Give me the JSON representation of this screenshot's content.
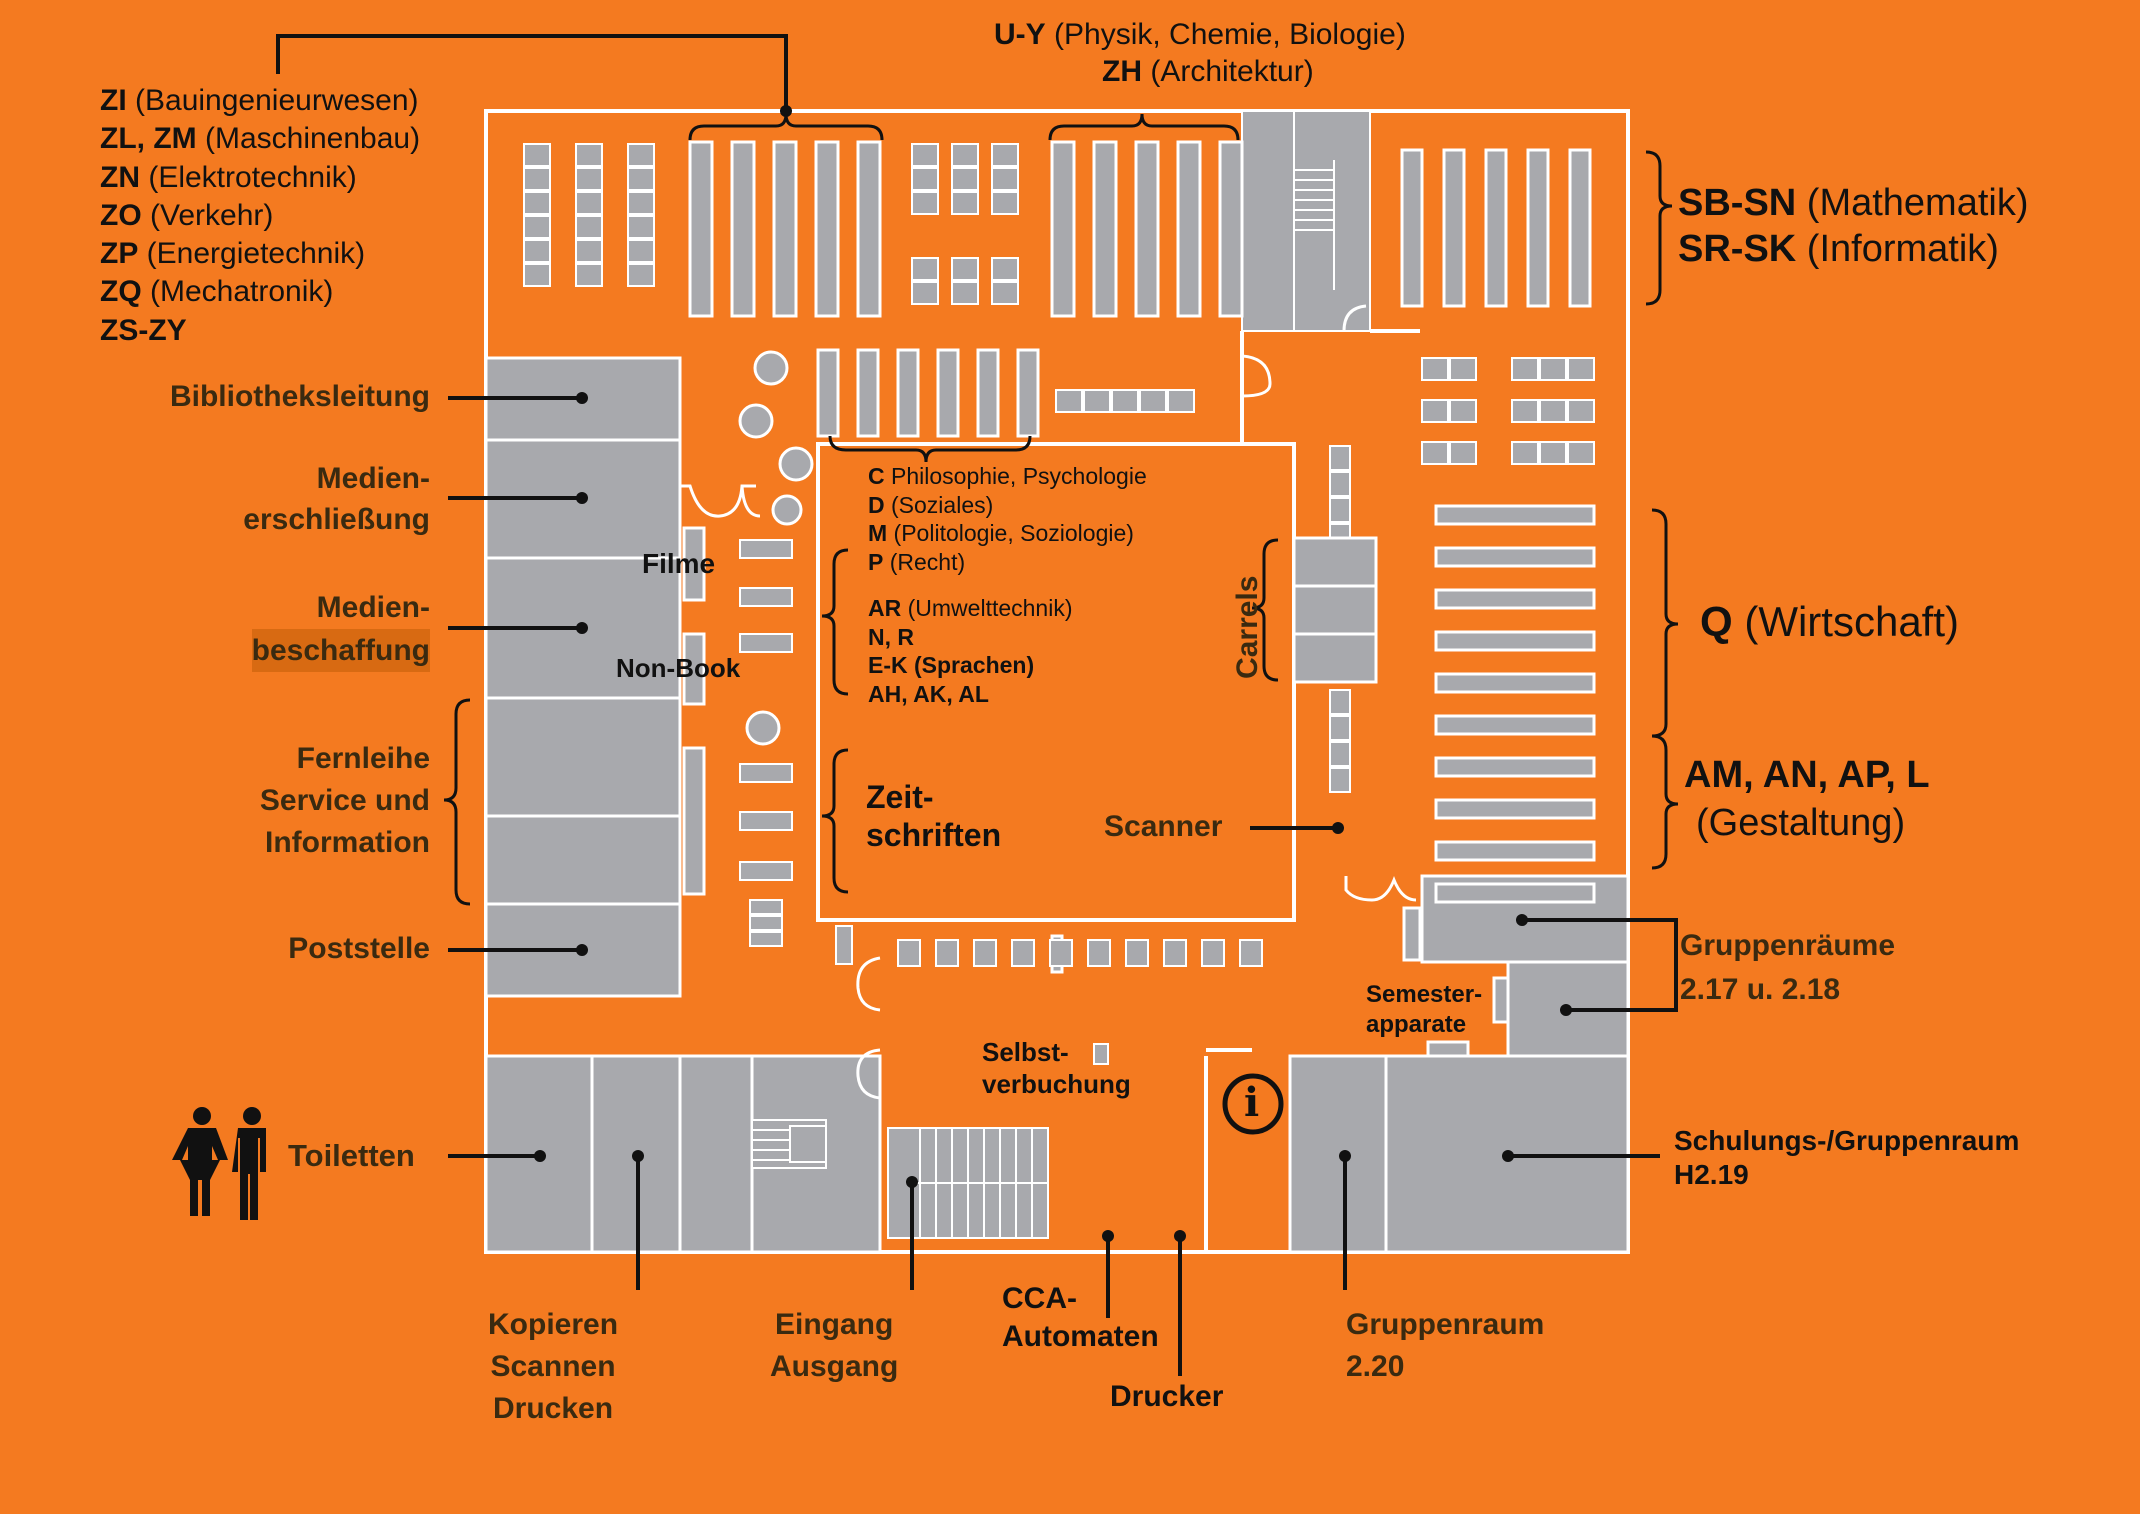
{
  "top_labels": {
    "uy_code": "U-Y",
    "uy_text": " (Physik, Chemie, Biologie)",
    "zh_code": "ZH",
    "zh_text": " (Architektur)"
  },
  "z_list": [
    {
      "code": "ZI",
      "text": " (Bauingenieurwesen)"
    },
    {
      "code": "ZL, ZM",
      "text": " (Maschinenbau)"
    },
    {
      "code": "ZN",
      "text": " (Elektrotechnik)"
    },
    {
      "code": "ZO",
      "text": " (Verkehr)"
    },
    {
      "code": "ZP",
      "text": " (Energietechnik)"
    },
    {
      "code": "ZQ",
      "text": " (Mechatronik)"
    },
    {
      "code": "ZS-ZY",
      "text": ""
    }
  ],
  "right_labels": {
    "sb_code": "SB-SN",
    "sb_text": " (Mathematik)",
    "sr_code": "SR-SK",
    "sr_text": " (Informatik)",
    "q_code": "Q",
    "q_text": " (Wirtschaft)",
    "am_codes": "AM, AN, AP, L",
    "am_text": "(Gestaltung)"
  },
  "left_rooms": {
    "bibliotheksleitung": "Bibliotheksleitung",
    "medienerschliessung_1": "Medien-",
    "medienerschliessung_2": "erschließung",
    "medienbeschaffung_1": "Medien-",
    "medienbeschaffung_2": "beschaffung",
    "fernleihe_1": "Fernleihe",
    "fernleihe_2": "Service und",
    "fernleihe_3": "Information",
    "poststelle": "Poststelle",
    "toiletten": "Toiletten"
  },
  "center": {
    "c_code": "C",
    "c_text": " Philosophie, Psychologie",
    "d_code": "D",
    "d_text": " (Soziales)",
    "m_code": "M",
    "m_text": " (Politologie, Soziologie)",
    "p_code": "P",
    "p_text": " (Recht)",
    "ar_code": "AR",
    "ar_text": " (Umwelttechnik)",
    "nr": "N, R",
    "ek": "E-K (Sprachen)",
    "ah": "AH, AK, AL",
    "zeit_1": "Zeit-",
    "zeit_2": "schriften",
    "filme": "Filme",
    "nonbook": "Non-Book",
    "carrels": "Carrels",
    "scanner": "Scanner"
  },
  "bottom_labels": {
    "kopieren_1": "Kopieren",
    "kopieren_2": "Scannen",
    "kopieren_3": "Drucken",
    "eingang_1": "Eingang",
    "eingang_2": "Ausgang",
    "cca_1": "CCA-",
    "cca_2": "Automaten",
    "drucker": "Drucker",
    "gruppenraum_1": "Gruppenraum",
    "gruppenraum_2": "2.20",
    "selbst_1": "Selbst-",
    "selbst_2": "verbuchung",
    "semester_1": "Semester-",
    "semester_2": "apparate",
    "gruppenraeume_1": "Gruppenräume",
    "gruppenraeume_2": "2.17 u. 2.18",
    "schulung_1": "Schulungs-/Gruppenraum",
    "schulung_2": "H2.19",
    "info_symbol": "i"
  },
  "colors": {
    "background": "#f47a20",
    "room_fill": "#a8a9ad",
    "wall": "#ffffff",
    "leader": "#111111",
    "brown_text": "#3a2a10"
  }
}
